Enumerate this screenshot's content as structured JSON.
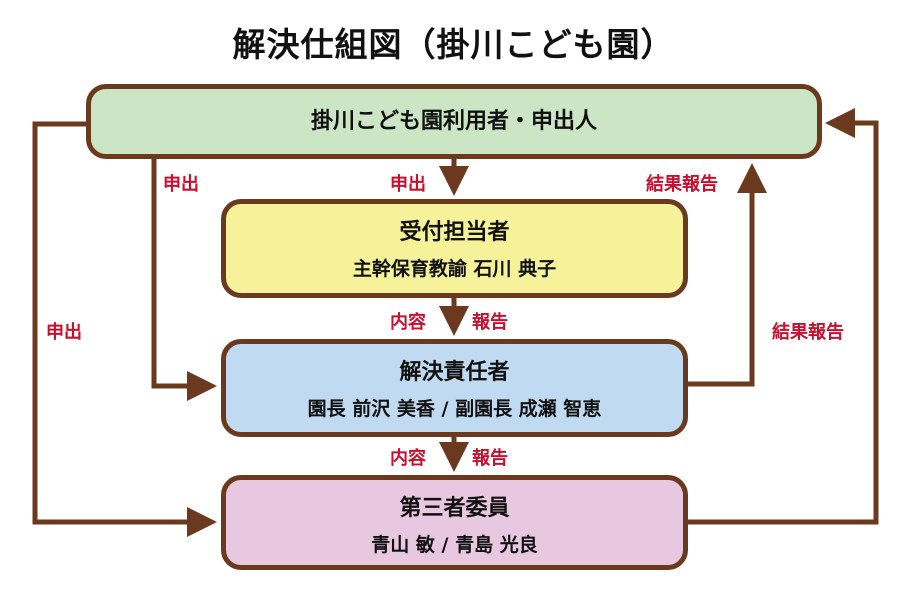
{
  "title": "解決仕組図（掛川こども園）",
  "colors": {
    "line": "#6b3a1e",
    "label": "#c8102e",
    "users_box": "#cce5c4",
    "reception_box": "#f5f29a",
    "resolver_box": "#c0daf1",
    "third_party_box": "#e8c7e1"
  },
  "nodes": {
    "users": {
      "title": "掛川こども園利用者・申出人"
    },
    "reception": {
      "title": "受付担当者",
      "members": "主幹保育教諭 石川 典子"
    },
    "resolver": {
      "title": "解決責任者",
      "members": "園長 前沢 美香 / 副園長 成瀬 智恵"
    },
    "third_party": {
      "title": "第三者委員",
      "members": "青山 敏 / 青島 光良"
    }
  },
  "edges": [
    {
      "from": "users",
      "to": "reception",
      "label": "申出"
    },
    {
      "from": "users",
      "to": "resolver",
      "label": "申出"
    },
    {
      "from": "users",
      "to": "third_party",
      "label": "申出"
    },
    {
      "from": "reception",
      "to": "resolver",
      "label_left": "内容",
      "label_right": "報告"
    },
    {
      "from": "resolver",
      "to": "third_party",
      "label_left": "内容",
      "label_right": "報告"
    },
    {
      "from": "resolver",
      "to": "users",
      "label": "結果報告"
    },
    {
      "from": "third_party",
      "to": "users",
      "label": "結果報告"
    }
  ]
}
